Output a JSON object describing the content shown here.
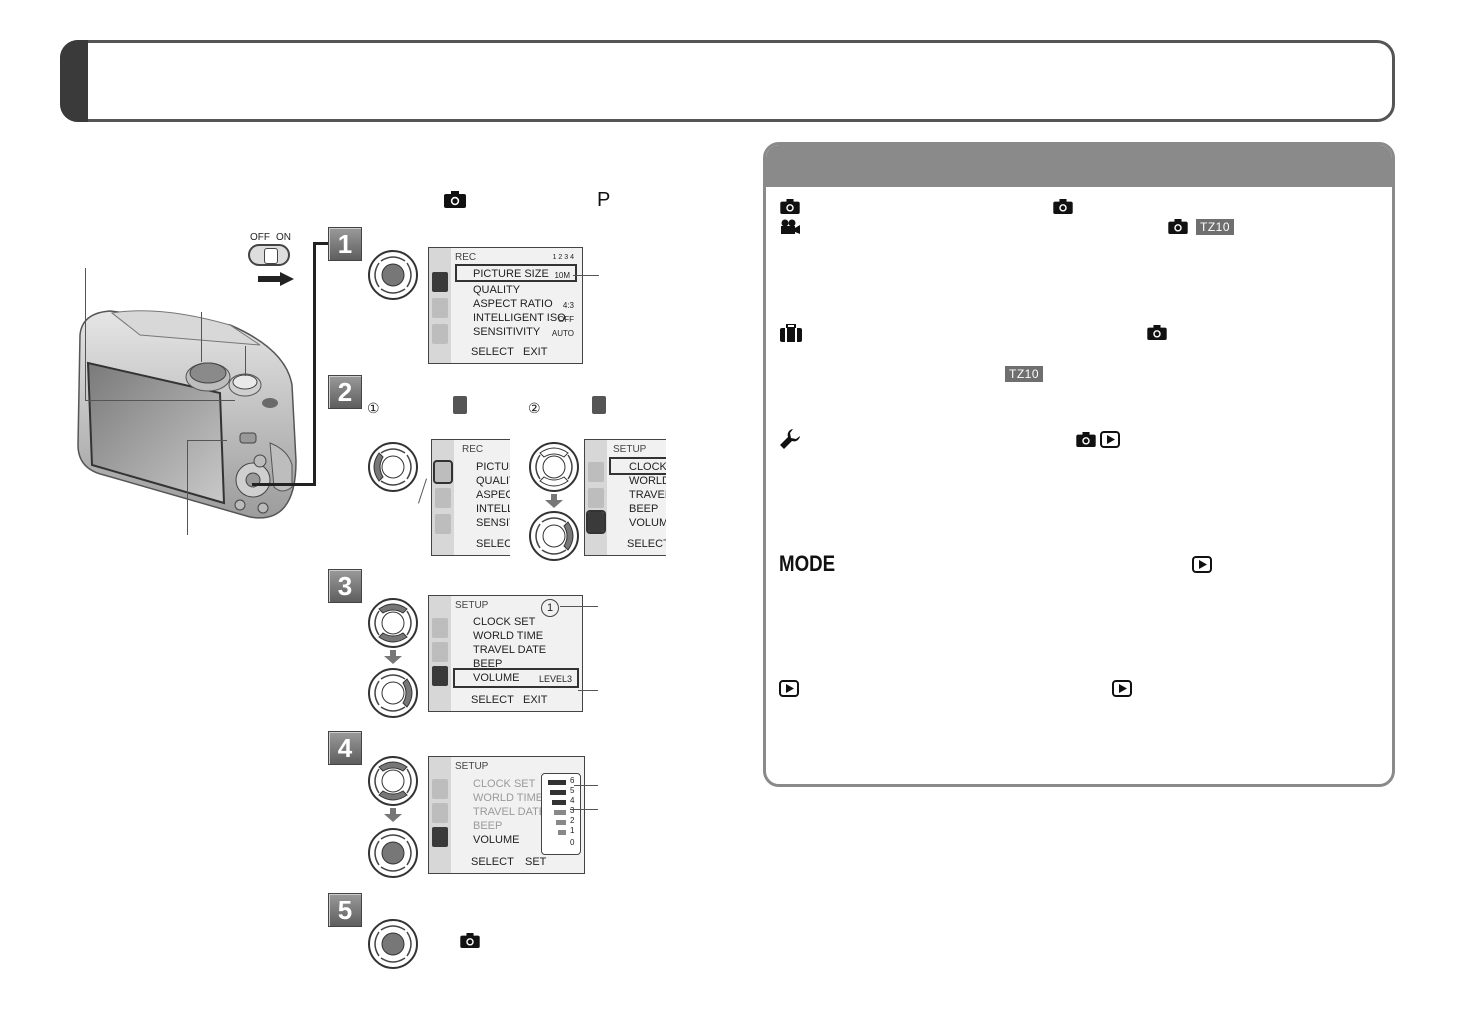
{
  "header": {
    "title": ""
  },
  "intro": {
    "mode_letter": "P"
  },
  "switch": {
    "off_label": "OFF",
    "on_label": "ON"
  },
  "steps": [
    {
      "num": "1"
    },
    {
      "num": "2"
    },
    {
      "num": "3"
    },
    {
      "num": "4"
    },
    {
      "num": "5"
    }
  ],
  "step2": {
    "sub1": "①",
    "sub2": "②"
  },
  "lcd1": {
    "head": "REC",
    "page": "1 2 3 4",
    "rows": [
      {
        "label": "PICTURE SIZE",
        "value": "10M"
      },
      {
        "label": "QUALITY",
        "value": ""
      },
      {
        "label": "ASPECT RATIO",
        "value": "4:3"
      },
      {
        "label": "INTELLIGENT ISO",
        "value": "OFF"
      },
      {
        "label": "SENSITIVITY",
        "value": "AUTO"
      }
    ],
    "footer_left": "SELECT",
    "footer_right": "EXIT"
  },
  "lcd2a": {
    "head": "REC",
    "rows": [
      "PICTUR",
      "QUALIT",
      "ASPECT",
      "INTELLI",
      "SENSITI"
    ],
    "footer": "SELECT"
  },
  "lcd2b": {
    "head": "SETUP",
    "rows": [
      "CLOCK S",
      "WORLD",
      "TRAVEL",
      "BEEP",
      "VOLUME"
    ],
    "footer": "SELECT"
  },
  "lcd3": {
    "head": "SETUP",
    "page": "1",
    "rows": [
      {
        "label": "CLOCK SET",
        "value": ""
      },
      {
        "label": "WORLD TIME",
        "value": ""
      },
      {
        "label": "TRAVEL DATE",
        "value": ""
      },
      {
        "label": "BEEP",
        "value": ""
      },
      {
        "label": "VOLUME",
        "value": "LEVEL3"
      }
    ],
    "footer_left": "SELECT",
    "footer_right": "EXIT"
  },
  "lcd4": {
    "head": "SETUP",
    "rows": [
      "CLOCK SET",
      "WORLD TIME",
      "TRAVEL DATE",
      "BEEP",
      "VOLUME"
    ],
    "levels": [
      "6",
      "5",
      "4",
      "3",
      "2",
      "1",
      "0"
    ],
    "footer_left": "SELECT",
    "footer_right": "SET"
  },
  "info": {
    "rec_badge": "TZ10",
    "travel_badge": "TZ10",
    "mode_word": "MODE"
  },
  "colors": {
    "panel_bar": "#8a8a8a",
    "header_tab": "#3a3a3a",
    "step_badge": "#6e6e6e"
  }
}
